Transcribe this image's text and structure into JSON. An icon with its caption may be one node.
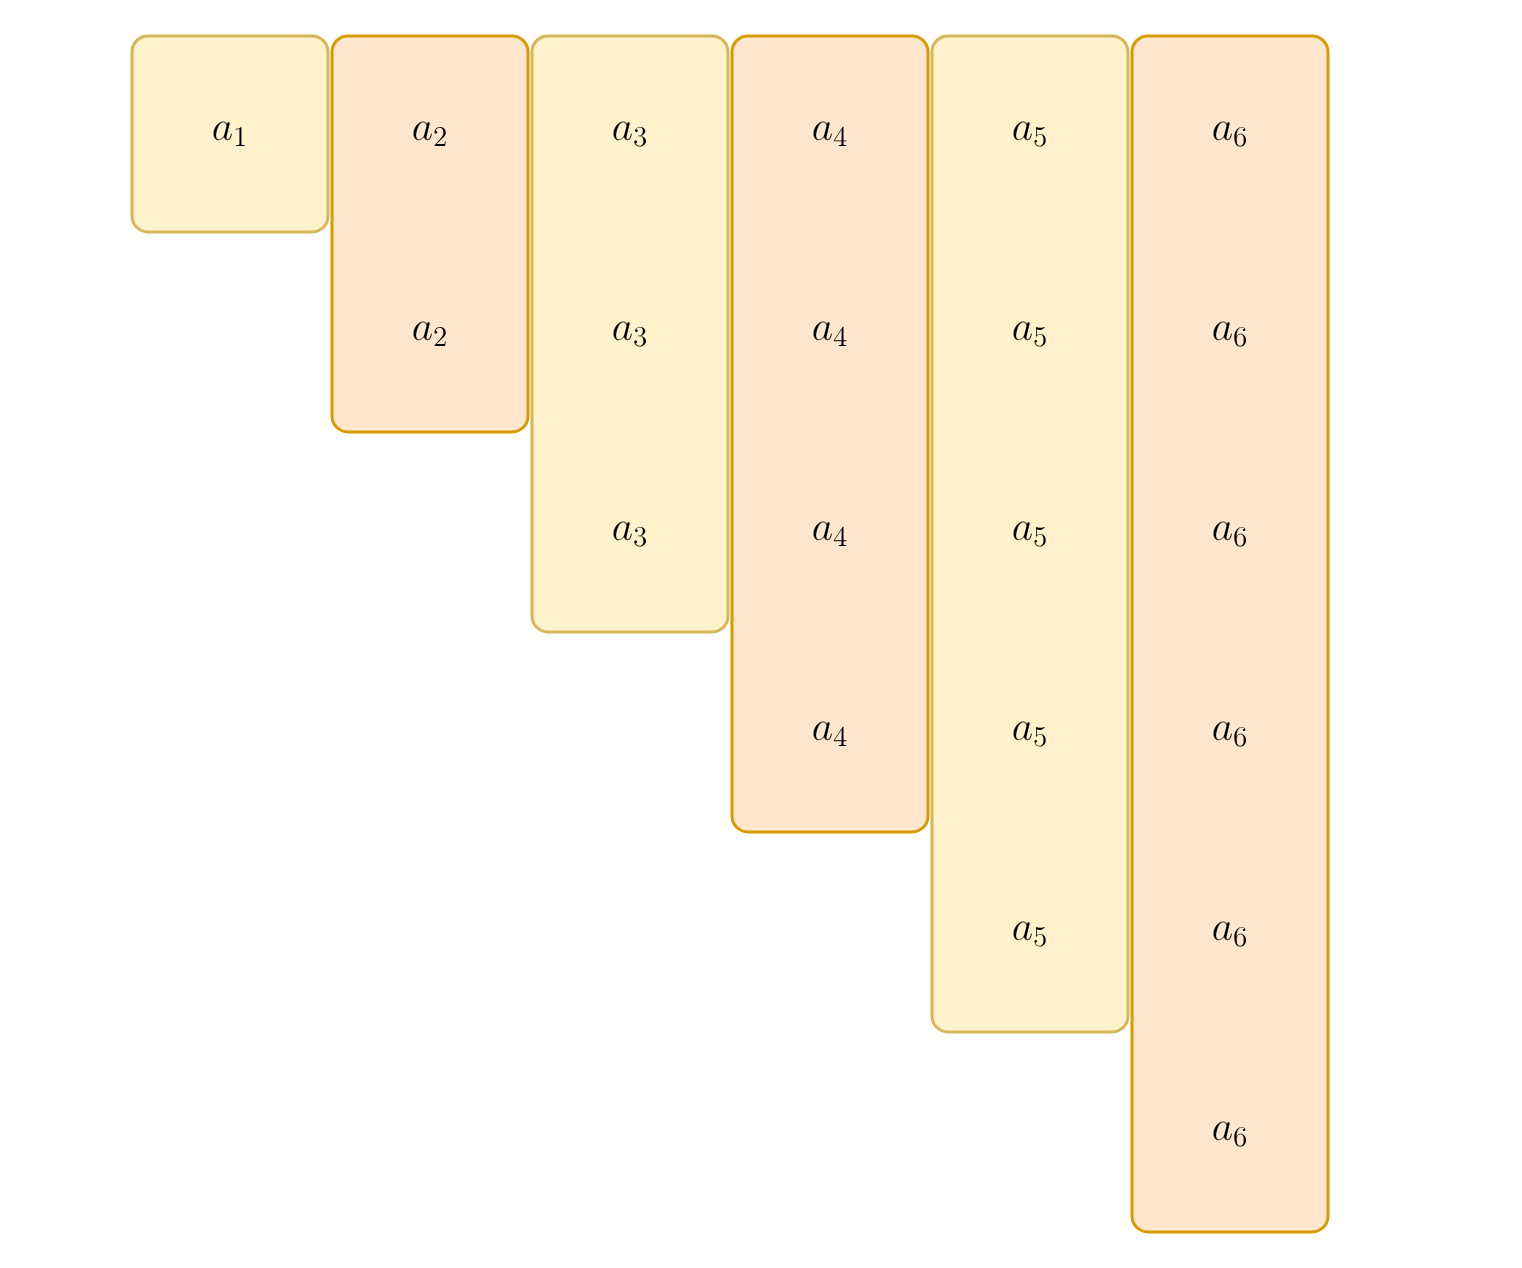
{
  "diagram": {
    "nodes": [
      {
        "text": [
          "a_1"
        ]
      },
      {
        "text": [
          "a_2",
          "a_2"
        ]
      },
      {
        "text": [
          "a_3",
          "a_3",
          "a_3"
        ]
      },
      {
        "text": [
          "a_4",
          "a_4",
          "a_4",
          "a_4"
        ]
      },
      {
        "text": [
          "a_5",
          "a_5",
          "a_5",
          "a_5",
          "a_5"
        ]
      },
      {
        "text": [
          "a_6",
          "a_6",
          "a_6",
          "a_6",
          "a_6",
          "a_6"
        ]
      }
    ]
  }
}
